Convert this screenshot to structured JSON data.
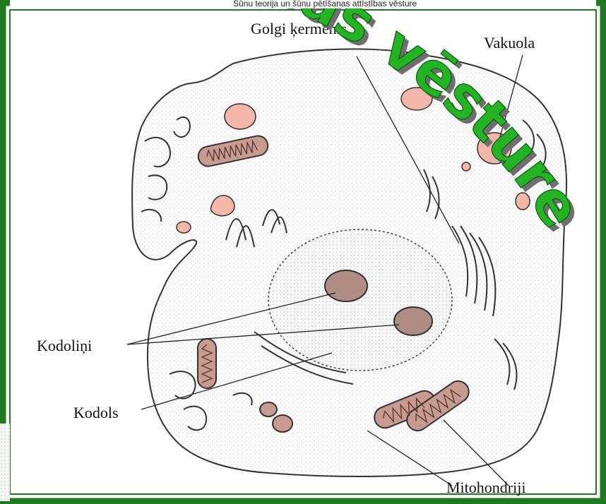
{
  "title": "Šūnu teorija un šūnu pētīšanas attīstības vēsture",
  "title_visible_fragment": "attīstības vēsture",
  "diagram": {
    "labels": {
      "vakuola": "Vakuola",
      "kodolini": "Kodoliņi",
      "kodols": "Kodols",
      "mitohondriji": "Mitohondriji",
      "top_partial": "Golgi ķermenis"
    }
  },
  "colors": {
    "frame_green": "#1e7a1e",
    "wordart_green": "#22b422",
    "wordart_shadow": "#6e6e6e",
    "organelle_pink": "#f2b7a9",
    "mito_fill": "#c89a90"
  }
}
